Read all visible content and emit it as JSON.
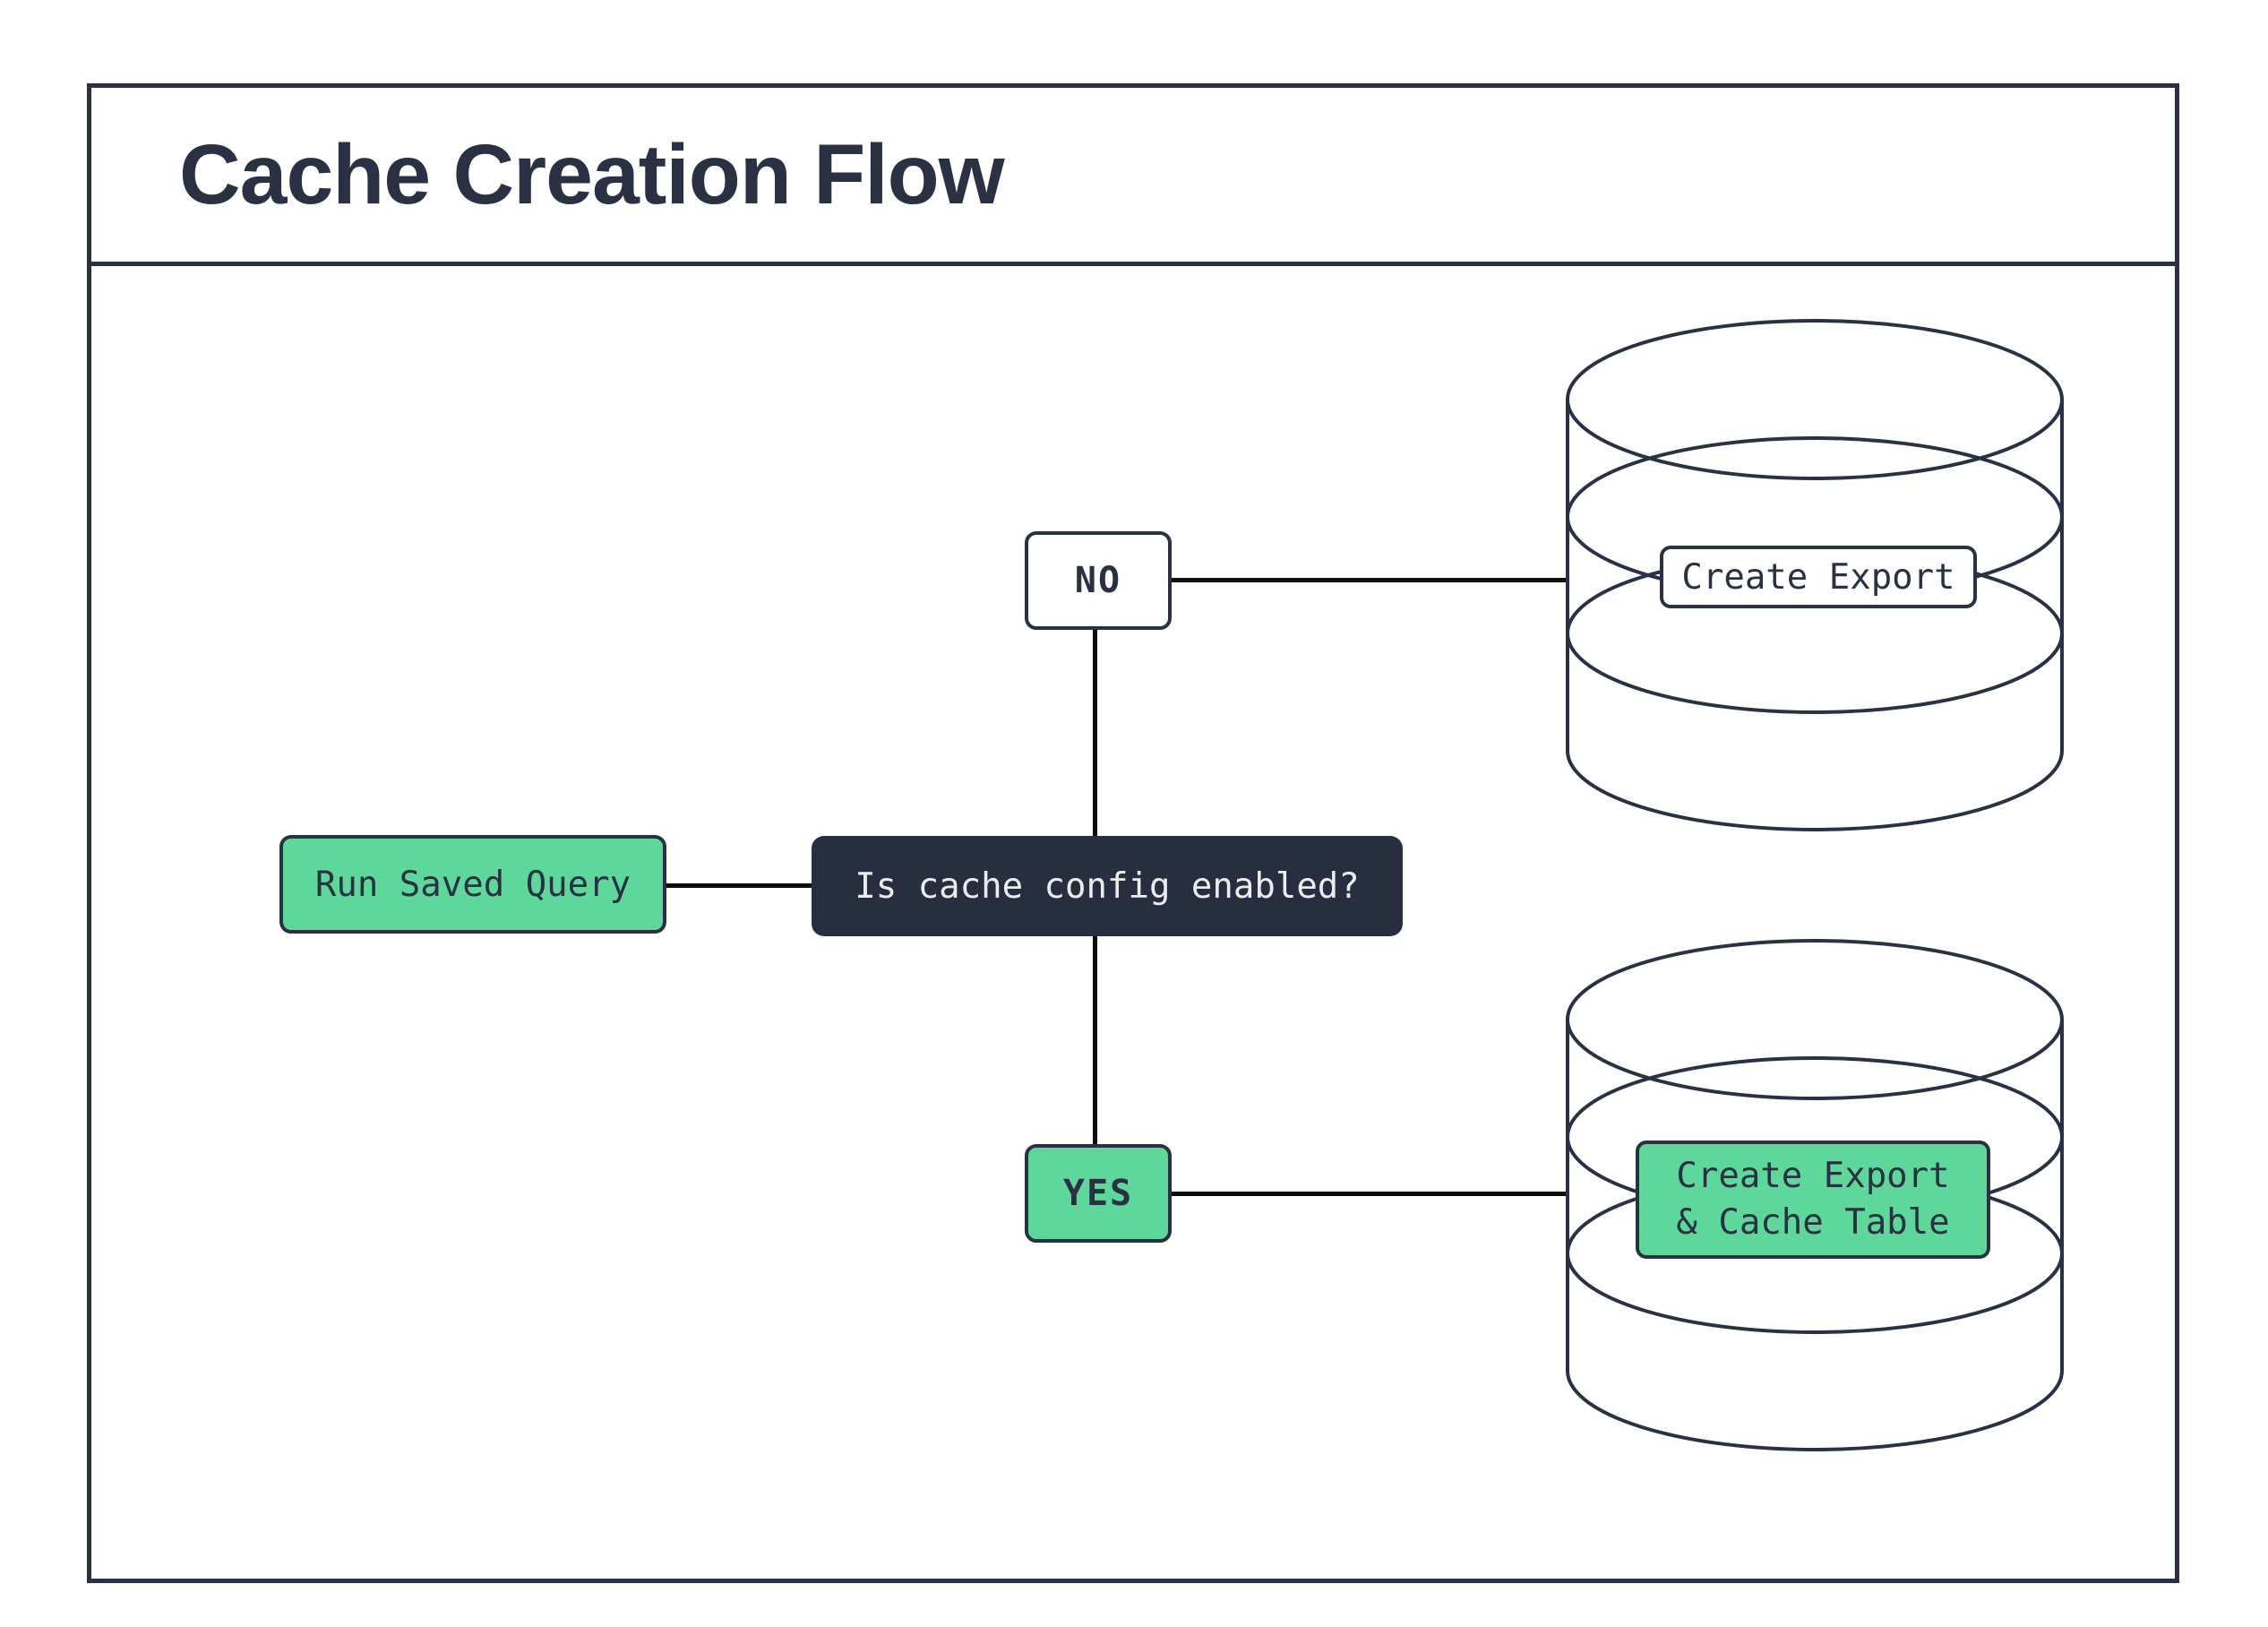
{
  "title": "Cache Creation Flow",
  "flow": {
    "start": {
      "label": "Run Saved Query"
    },
    "decision": {
      "label": "Is cache config enabled?"
    },
    "branch_no": {
      "label": "NO"
    },
    "branch_yes": {
      "label": "YES"
    },
    "no_outcome": {
      "label": "Create Export"
    },
    "yes_outcome": {
      "label": "Create Export\n& Cache Table"
    }
  },
  "icons": {
    "no_outcome_icon": "database-cylinder-icon",
    "yes_outcome_icon": "database-cylinder-icon"
  },
  "colors": {
    "accent_green": "#5ED79A",
    "decision_dark_navy": "#272E3F",
    "stroke_navy": "#2A3144",
    "connector_black": "#0D0D0D",
    "label_text_dark": "#2A3142",
    "label_text_light": "#ECECEC",
    "background": "#FFFFFF"
  }
}
